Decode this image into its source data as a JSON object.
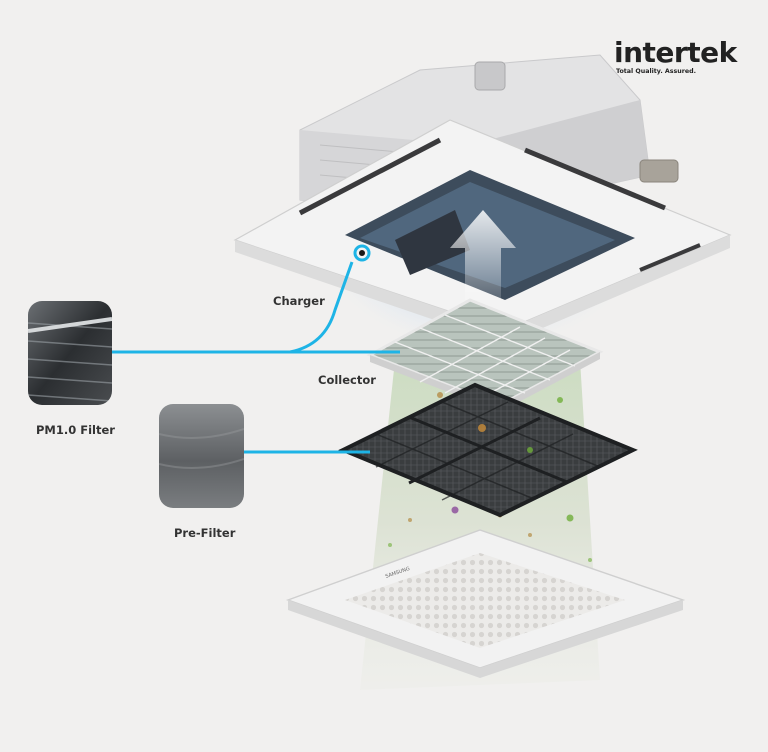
{
  "brand": {
    "wordmark": "intertek",
    "tagline": "Total Quality. Assured."
  },
  "labels": {
    "charger": "Charger",
    "collector": "Collector",
    "pm_filter": "PM1.0 Filter",
    "pre_filter": "Pre-Filter"
  },
  "colors": {
    "callout_line": "#1eb4e6",
    "background": "#f1f0ef",
    "airflow": "#7fb3e0",
    "dust_brown": "#b48c46",
    "dust_green": "#6fae3a",
    "dust_purple": "#8a4a9a"
  }
}
